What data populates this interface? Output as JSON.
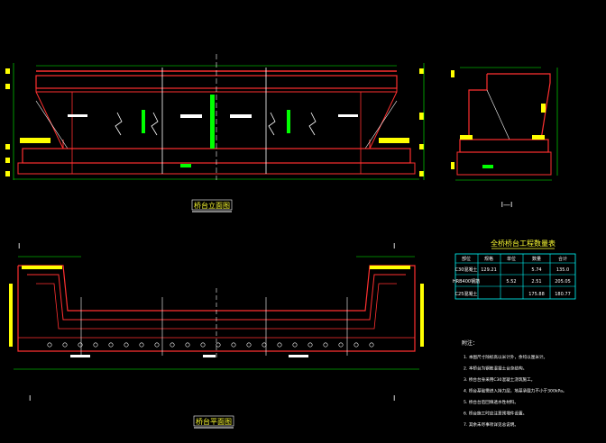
{
  "drawing": {
    "background": "#000000",
    "colors": {
      "outline": "#ff3030",
      "dimension": "#00ff00",
      "highlight": "#ffff00",
      "text": "#ffffff",
      "table_line": "#00ffff",
      "title": "#ffff33"
    },
    "views": {
      "elevation": {
        "title": "桥台立面图"
      },
      "section": {
        "title": "I—I",
        "cut_mark": "I"
      },
      "plan": {
        "title": "桥台平面图"
      }
    },
    "table": {
      "title": "全桥桥台工程数量表",
      "headers": [
        "部位",
        "规格",
        "单位",
        "数量",
        "合计"
      ],
      "rows": [
        [
          "C30混凝土",
          "129.21",
          "",
          "5.74",
          "135.0"
        ],
        [
          "HRB400钢筋",
          "",
          "5.52",
          "2.51",
          "205.05"
        ],
        [
          "C25混凝土",
          "",
          "",
          "175.88",
          "180.77"
        ]
      ]
    },
    "notes": {
      "heading": "附注：",
      "items": [
        "1. 本图尺寸除标高以米计外，余均以厘米计。",
        "2. 本桥台为钢筋混凝土台身结构。",
        "3. 桥台台身采用C30混凝土浇筑施工。",
        "4. 桥台基础需进入持力层，地基承载力不小于300kPa。",
        "5. 桥台台后回填透水性材料。",
        "6. 桥台施工时应注意预埋件设置。",
        "7. 其余未尽事项详见总说明。"
      ]
    }
  }
}
